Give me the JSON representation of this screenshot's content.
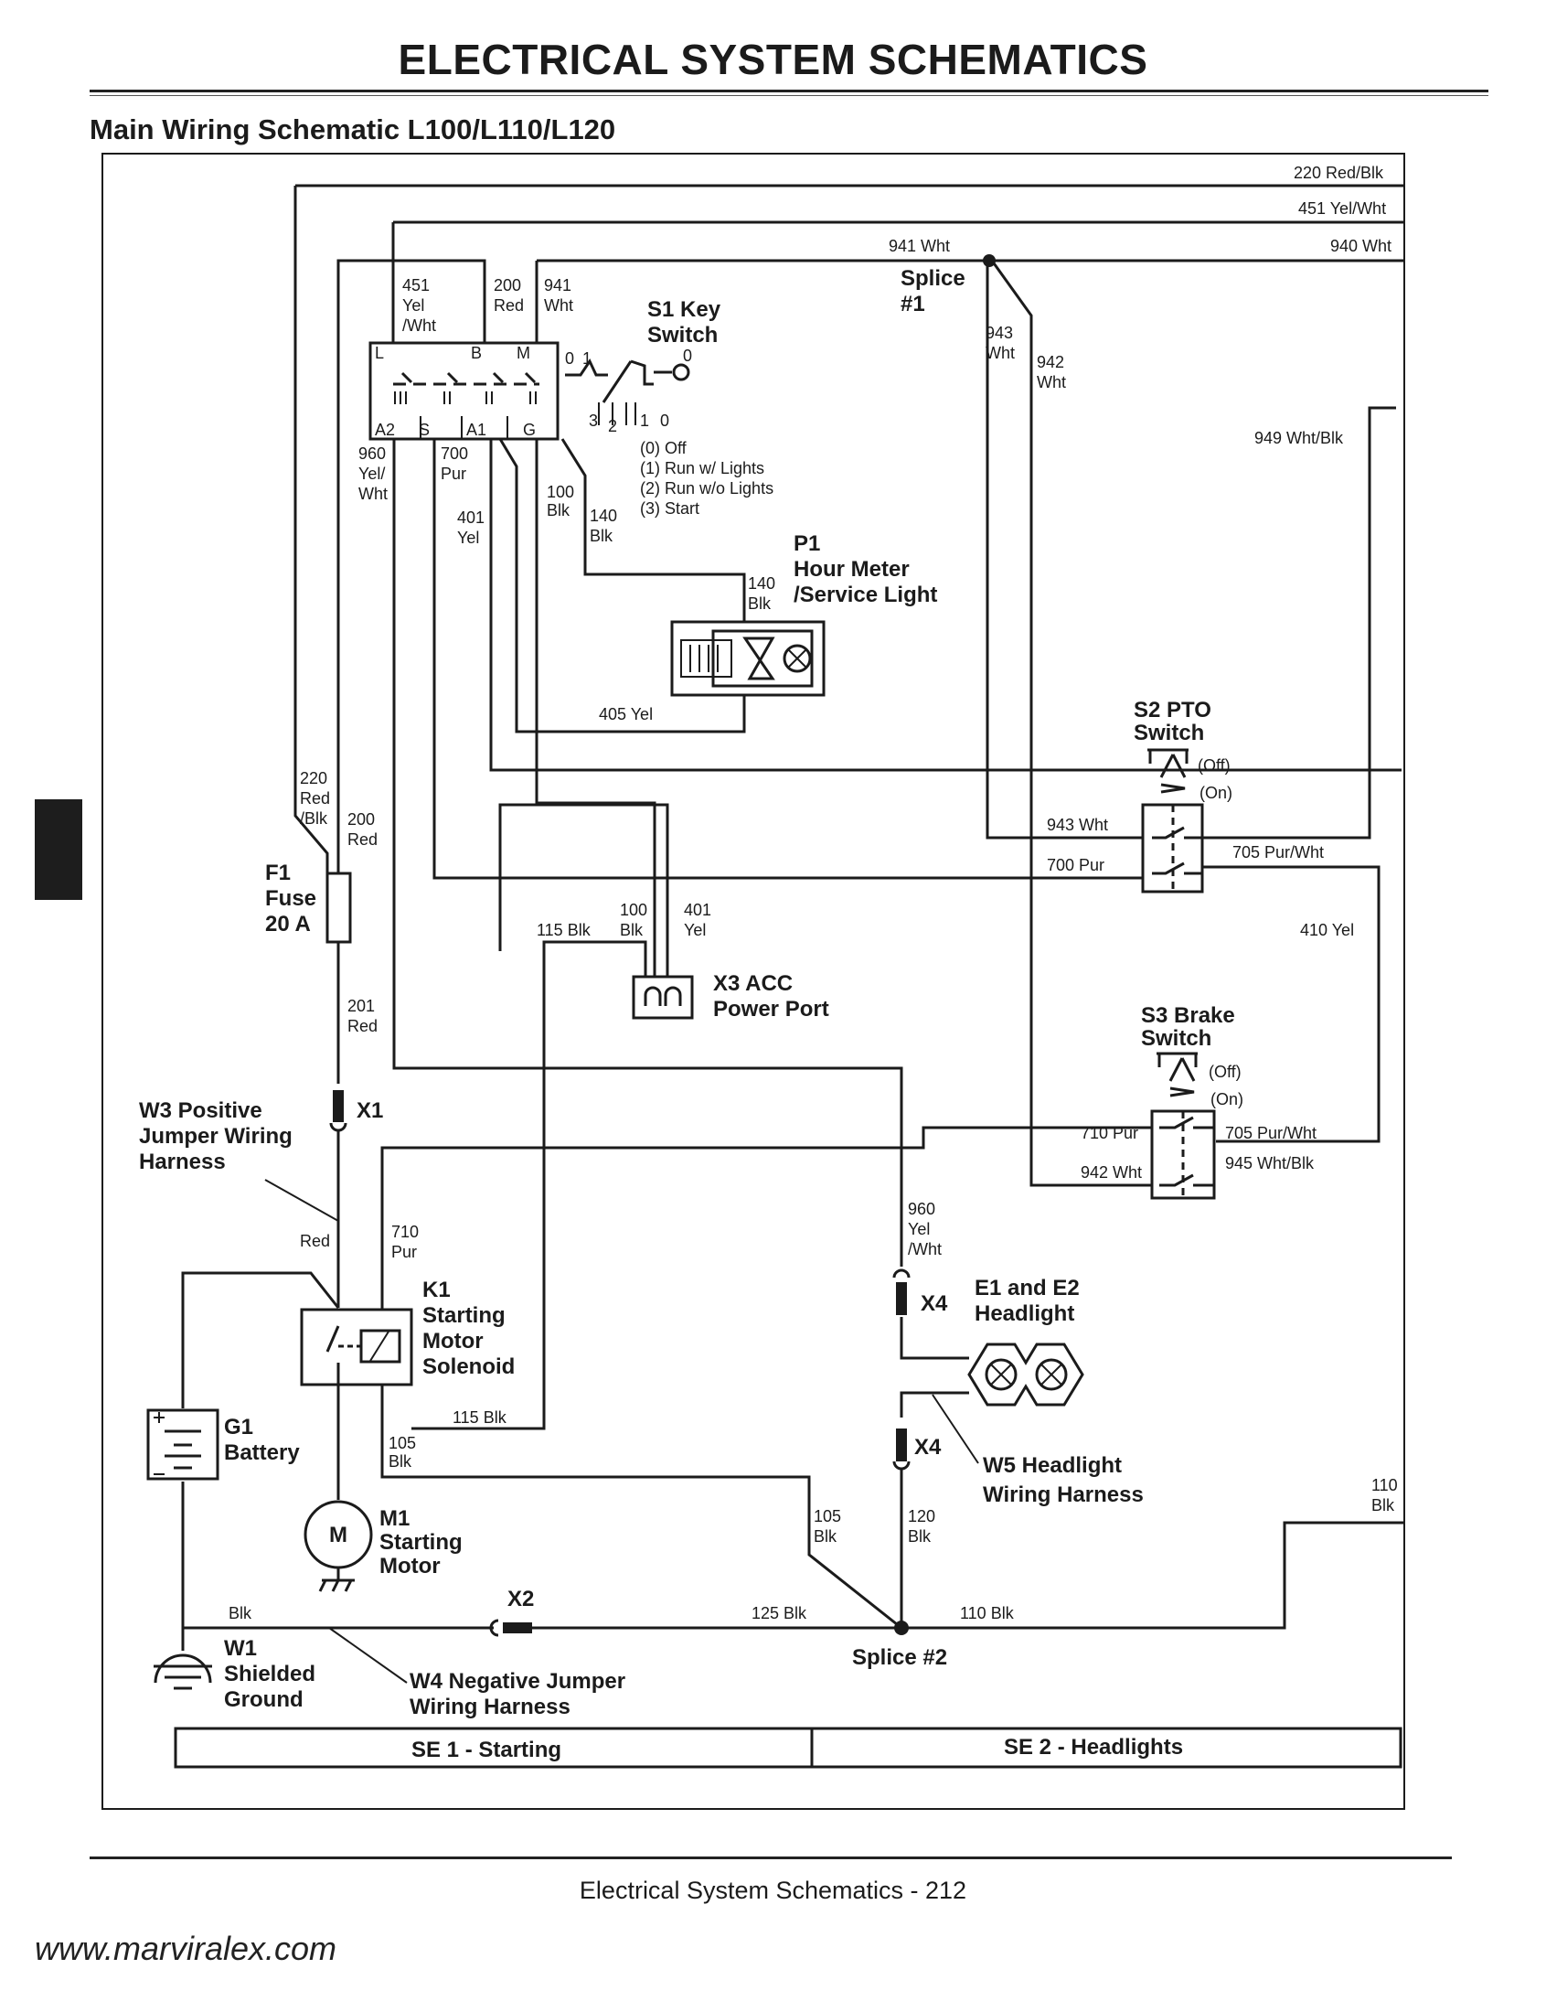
{
  "page": {
    "title": "ELECTRICAL   SYSTEM SCHEMATICS",
    "diagram_title": "Main Wiring Schematic L100/L110/L120",
    "footer": "Electrical   System Schematics  - 212",
    "watermark": "www.marviralex.com"
  },
  "wire_labels": {
    "w220_top": "220 Red/Blk",
    "w451_top": "451 Yel/Wht",
    "w940": "940 Wht",
    "w941_top": "941 Wht",
    "w451_a": "451",
    "w451_b": "Yel",
    "w451_c": "/Wht",
    "w200_a": "200",
    "w200_b": "Red",
    "w941_a": "941",
    "w941_b": "Wht",
    "w943_a": "943",
    "w943_b": "Wht",
    "w942_a": "942",
    "w942_b": "Wht",
    "w949": "949 Wht/Blk",
    "w960_a": "960",
    "w960_b": "Yel/",
    "w960_c": "Wht",
    "w700_a": "700",
    "w700_b": "Pur",
    "w401_a": "401",
    "w401_b": "Yel",
    "w100_a": "100",
    "w100_b": "Blk",
    "w140_a": "140",
    "w140_b": "Blk",
    "w140m_a": "140",
    "w140m_b": "Blk",
    "w405": "405 Yel",
    "w220_a": "220",
    "w220_b": "Red",
    "w220_c": "/Blk",
    "w200l_a": "200",
    "w200l_b": "Red",
    "w201_a": "201",
    "w201_b": "Red",
    "w943_pto": "943 Wht",
    "w700_pto": "700 Pur",
    "w705_pto": "705 Pur/Wht",
    "w410": "410 Yel",
    "w115_acc": "115 Blk",
    "w100acc_a": "100",
    "w100acc_b": "Blk",
    "w401acc_a": "401",
    "w401acc_b": "Yel",
    "w710_brake": "710 Pur",
    "w942_brake": "942 Wht",
    "w705_brake": "705 Pur/Wht",
    "w945": "945 Wht/Blk",
    "wred": "Red",
    "w710_a": "710",
    "w710_b": "Pur",
    "w960h_a": "960",
    "w960h_b": "Yel",
    "w960h_c": "/Wht",
    "w115_sol": "115 Blk",
    "w105_a": "105",
    "w105_b": "Blk",
    "w105b_a": "105",
    "w105b_b": "Blk",
    "w120_a": "120",
    "w120_b": "Blk",
    "w110r_a": "110",
    "w110r_b": "Blk",
    "wblk": "Blk",
    "w125": "125 Blk",
    "w110": "110 Blk"
  },
  "components": {
    "s1_a": "S1 Key",
    "s1_b": "Switch",
    "s1_opt0": "(0) Off",
    "s1_opt1": "(1) Run w/ Lights",
    "s1_opt2": "(2) Run w/o Lights",
    "s1_opt3": "(3) Start",
    "s1_term_L": "L",
    "s1_term_B": "B",
    "s1_term_M": "M",
    "s1_term_A2": "A2",
    "s1_term_S": "S",
    "s1_term_A1": "A1",
    "s1_term_G": "G",
    "s1_pos_0": "0",
    "s1_pos_1": "1",
    "s1_pos_0b": "0",
    "s1_pos_3": "3",
    "s1_pos_2": "2",
    "s1_pos_1b": "1",
    "s1_pos_0c": "0",
    "splice1_a": "Splice",
    "splice1_b": "#1",
    "p1_a": "P1",
    "p1_b": "Hour Meter",
    "p1_c": "/Service Light",
    "s2_a": "S2 PTO",
    "s2_b": "Switch",
    "s2_off": "(Off)",
    "s2_on": "(On)",
    "f1_a": "F1",
    "f1_b": "Fuse",
    "f1_c": "20 A",
    "x3_a": "X3 ACC",
    "x3_b": "Power Port",
    "s3_a": "S3 Brake",
    "s3_b": "Switch",
    "s3_off": "(Off)",
    "s3_on": "(On)",
    "w3_a": "W3 Positive",
    "w3_b": "Jumper Wiring",
    "w3_c": "Harness",
    "x1": "X1",
    "k1_a": "K1",
    "k1_b": "Starting",
    "k1_c": "Motor",
    "k1_d": "Solenoid",
    "g1_a": "G1",
    "g1_b": "Battery",
    "m1_a": "M1",
    "m1_b": "Starting",
    "m1_c": "Motor",
    "m1_sym": "M",
    "e12_a": "E1 and E2",
    "e12_b": "Headlight",
    "x4_top": "X4",
    "x4_bot": "X4",
    "w5_a": "W5 Headlight",
    "w5_b": "Wiring Harness",
    "x2": "X2",
    "splice2": "Splice #2",
    "w1_a": "W1",
    "w1_b": "Shielded",
    "w1_c": "Ground",
    "w4_a": "W4 Negative Jumper",
    "w4_b": "Wiring Harness"
  },
  "sections": {
    "se1": "SE 1 - Starting",
    "se2": "SE 2 - Headlights"
  }
}
